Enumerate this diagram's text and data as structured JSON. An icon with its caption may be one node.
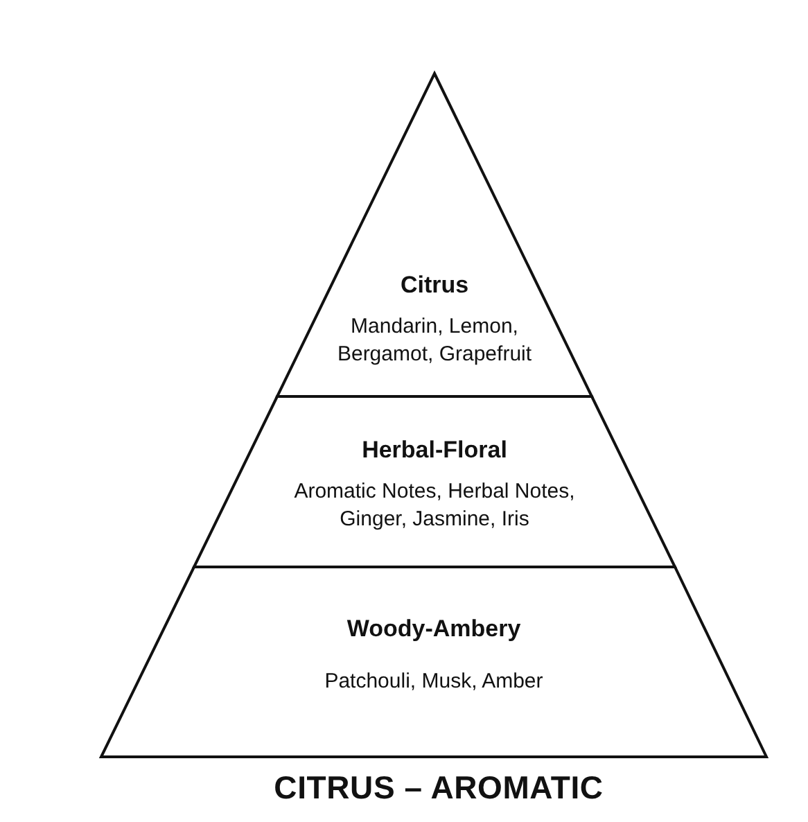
{
  "diagram": {
    "caption": "CITRUS – AROMATIC",
    "nodes": [
      {
        "text": [
          "Citrus",
          "Mandarin, Lemon, Bergamot, Grapefruit"
        ]
      },
      {
        "text": [
          "Herbal-Floral",
          "Aromatic Notes, Herbal Notes, Ginger, Jasmine, Iris"
        ]
      },
      {
        "text": [
          "Woody-Ambery",
          "Patchouli, Musk, Amber"
        ]
      }
    ]
  }
}
